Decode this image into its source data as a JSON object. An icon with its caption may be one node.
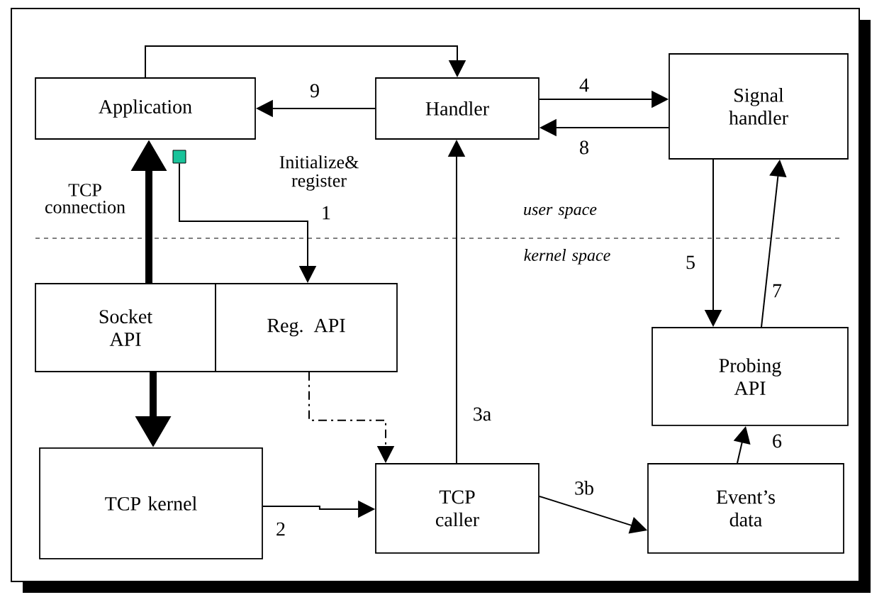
{
  "diagram": {
    "nodes": [
      {
        "text": [
          "Application"
        ]
      },
      {
        "text": [
          "Handler"
        ]
      },
      {
        "text": [
          "Signal handler"
        ]
      },
      {
        "text": [
          "Socket API"
        ]
      },
      {
        "text": [
          "Reg. API"
        ]
      },
      {
        "text": [
          "TCP kernel"
        ]
      },
      {
        "text": [
          "TCP caller"
        ]
      },
      {
        "text": [
          "Probing API"
        ]
      },
      {
        "text": [
          "Event’s data"
        ]
      },
      {
        "text": [],
        "shape": "box"
      }
    ],
    "edges": [
      {
        "from": 0,
        "to": 1,
        "arrow": "to"
      },
      {
        "from": 1,
        "to": 0,
        "arrow": "to",
        "label": "9"
      },
      {
        "from": 1,
        "to": 2,
        "arrow": "to",
        "label": "4"
      },
      {
        "from": 2,
        "to": 1,
        "arrow": "to",
        "label": "8"
      },
      {
        "from": 2,
        "to": 7,
        "arrow": "to",
        "label": "5"
      },
      {
        "from": 7,
        "to": 2,
        "arrow": "to",
        "label": "7"
      },
      {
        "from": 8,
        "to": 7,
        "arrow": "to",
        "label": "6"
      },
      {
        "from": 6,
        "to": 1,
        "arrow": "to",
        "label": "3a"
      },
      {
        "from": 6,
        "to": 8,
        "arrow": "to",
        "label": "3b"
      },
      {
        "from": 5,
        "to": 6,
        "arrow": "to",
        "label": "2"
      },
      {
        "from": 3,
        "to": 0,
        "arrow": "to",
        "label": "TCP connection",
        "style": "thick"
      },
      {
        "from": 3,
        "to": 5,
        "arrow": "to",
        "style": "thick"
      },
      {
        "from": 4,
        "to": 6,
        "arrow": "to",
        "style": "dashed"
      },
      {
        "from": 9,
        "to": 4,
        "arrow": "to",
        "label": "1"
      }
    ],
    "labels": [
      "Initialize& register",
      "user space",
      "kernel space"
    ]
  }
}
